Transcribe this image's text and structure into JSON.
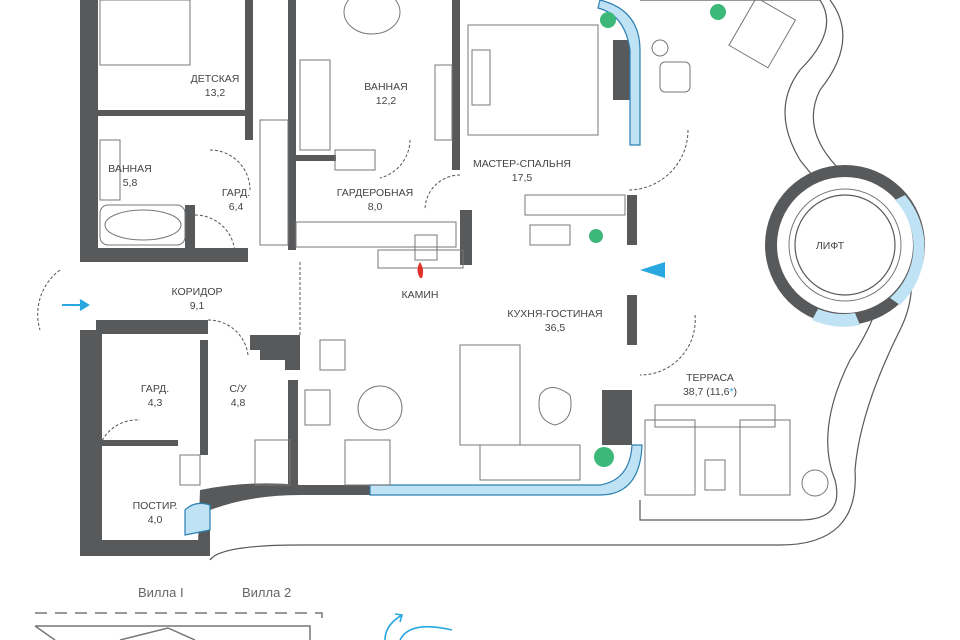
{
  "rooms": {
    "kids": {
      "name": "ДЕТСКАЯ",
      "area": "13,2"
    },
    "bath_big": {
      "name": "ВАННАЯ",
      "area": "12,2"
    },
    "bath_small": {
      "name": "ВАННАЯ",
      "area": "5,8"
    },
    "closet1": {
      "name": "ГАРД.",
      "area": "6,4"
    },
    "wardrobe": {
      "name": "ГАРДЕРОБНАЯ",
      "area": "8,0"
    },
    "master": {
      "name": "МАСТЕР-СПАЛЬНЯ",
      "area": "17,5"
    },
    "lift": {
      "name": "ЛИФТ"
    },
    "corridor": {
      "name": "КОРИДОР",
      "area": "9,1"
    },
    "fireplace": {
      "name": "КАМИН"
    },
    "living": {
      "name": "КУХНЯ-ГОСТИНАЯ",
      "area": "36,5"
    },
    "terrace": {
      "name": "ТЕРРАСА",
      "area": "38,7 (11,6",
      "star": "*",
      "close": ")"
    },
    "closet2": {
      "name": "ГАРД.",
      "area": "4,3"
    },
    "wc": {
      "name": "С/У",
      "area": "4,8"
    },
    "laundry": {
      "name": "ПОСТИР.",
      "area": "4,0"
    }
  },
  "legend": {
    "villa1": "Вилла I",
    "villa2": "Вилла 2"
  },
  "colors": {
    "wall": "#58595b",
    "glass": "#bfe3f5",
    "accent": "#29a8e0",
    "plant": "#3cb878",
    "fire": "#e0322b"
  }
}
